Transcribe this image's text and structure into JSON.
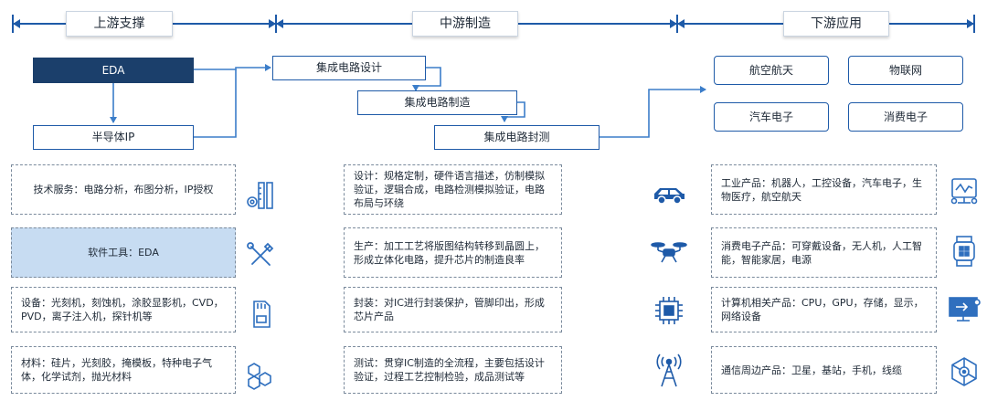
{
  "stages": [
    {
      "id": "upstream",
      "label": "上游支撑"
    },
    {
      "id": "midstream",
      "label": "中游制造"
    },
    {
      "id": "downstream",
      "label": "下游应用"
    }
  ],
  "flow": {
    "eda": "EDA",
    "ip": "半导体IP",
    "design": "集成电路设计",
    "manufacturing": "集成电路制造",
    "packaging": "集成电路封测"
  },
  "applications": [
    "航空航天",
    "物联网",
    "汽车电子",
    "消费电子"
  ],
  "upstream_cards": [
    {
      "text": "技术服务：电路分析，布图分析，IP授权",
      "icon": "ruler-gear-icon",
      "highlight": false
    },
    {
      "text": "软件工具：EDA",
      "icon": "tools-icon",
      "highlight": true
    },
    {
      "text": "设备：光刻机，刻蚀机，涂胶显影机，CVD，PVD，离子注入机，探针机等",
      "icon": "sd-card-icon",
      "highlight": false
    },
    {
      "text": "材料：硅片，光刻胶，掩模板，特种电子气体，化学试剂，抛光材料",
      "icon": "molecule-icon",
      "highlight": false
    }
  ],
  "midstream_cards": [
    {
      "text": "设计：规格定制，硬件语言描述，仿制模拟验证，逻辑合成，电路检测模拟验证，电路布局与环绕"
    },
    {
      "text": "生产：加工工艺将版图结构转移到晶圆上，形成立体化电路，提升芯片的制造良率"
    },
    {
      "text": "封装：对IC进行封装保护，管脚印出，形成芯片产品"
    },
    {
      "text": "测试：贯穿IC制造的全流程，主要包括设计验证，过程工艺控制检验，成品测试等"
    }
  ],
  "downstream_cards": [
    {
      "text": "工业产品：机器人，工控设备，汽车电子，生物医疗，航空航天",
      "left_icon": "car-icon",
      "right_icon": "robot-icon"
    },
    {
      "text": "消费电子产品：可穿戴设备，无人机，人工智能，智能家居，电源",
      "left_icon": "drone-icon",
      "right_icon": "smartwatch-icon"
    },
    {
      "text": "计算机相关产品：CPU，GPU，存储，显示，网络设备",
      "left_icon": "chip-icon",
      "right_icon": "monitor-icon"
    },
    {
      "text": "通信周边产品：卫星，基站，手机，线缆",
      "left_icon": "antenna-tower-icon",
      "right_icon": "network-icon"
    }
  ]
}
